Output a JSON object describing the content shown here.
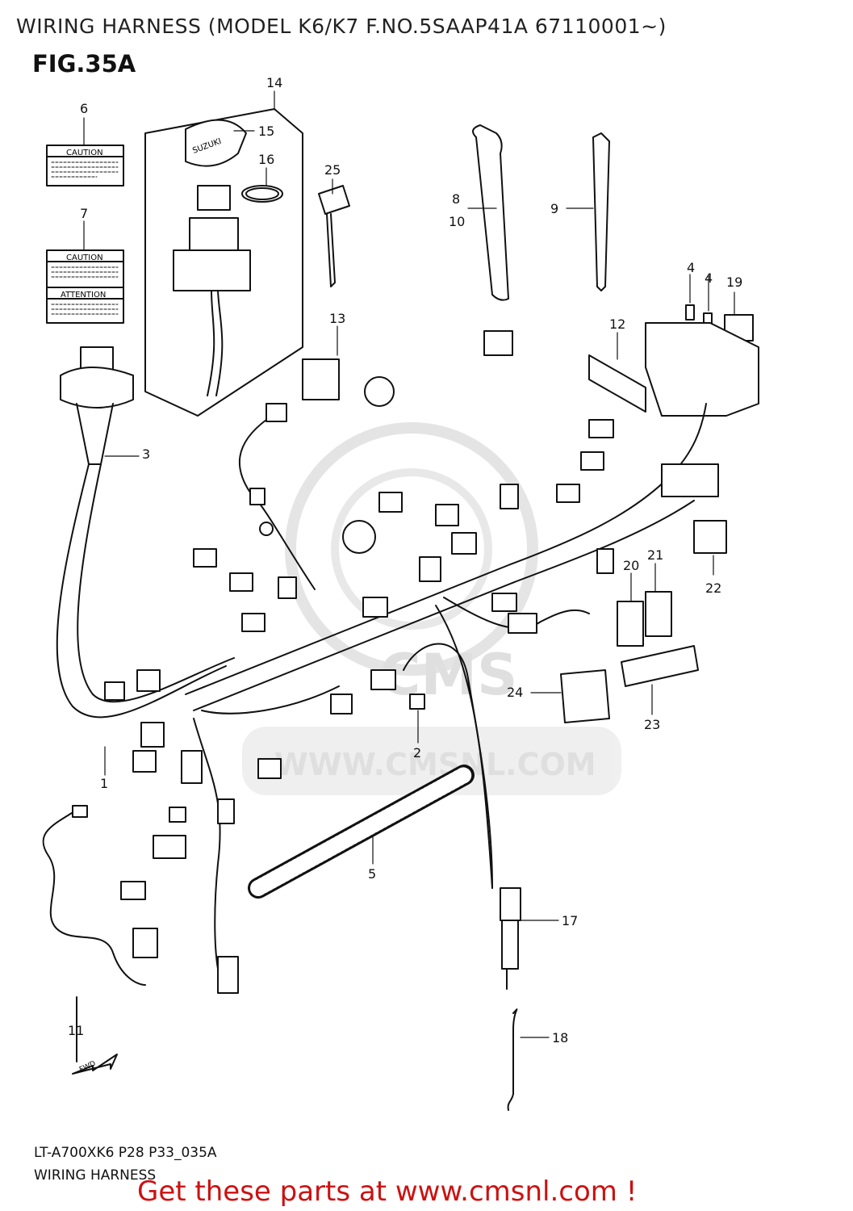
{
  "header": {
    "title": "WIRING HARNESS (MODEL K6/K7 F.NO.5SAAP41A 67110001~)",
    "figure": "FIG.35A"
  },
  "labels": {
    "caution": "CAUTION",
    "attention": "ATTENTION",
    "key_brand": "SUZUKI",
    "fwd": "FWD"
  },
  "watermark": {
    "brand": "CMS",
    "url": "WWW.CMSNL.COM"
  },
  "callouts": {
    "p1": "1",
    "p2": "2",
    "p3": "3",
    "p4a": "4",
    "p4b": "4",
    "p5": "5",
    "p6": "6",
    "p7": "7",
    "p8": "8",
    "p10": "10",
    "p9": "9",
    "p11": "11",
    "p12": "12",
    "p13": "13",
    "p14": "14",
    "p15": "15",
    "p16": "16",
    "p17": "17",
    "p18": "18",
    "p19": "19",
    "p20": "20",
    "p21": "21",
    "p22": "22",
    "p23": "23",
    "p24": "24",
    "p25": "25"
  },
  "footer": {
    "code": "LT-A700XK6 P28 P33_035A",
    "name": "WIRING HARNESS",
    "cta": "Get these parts at www.cmsnl.com !",
    "cta_color": "#cc1111"
  }
}
